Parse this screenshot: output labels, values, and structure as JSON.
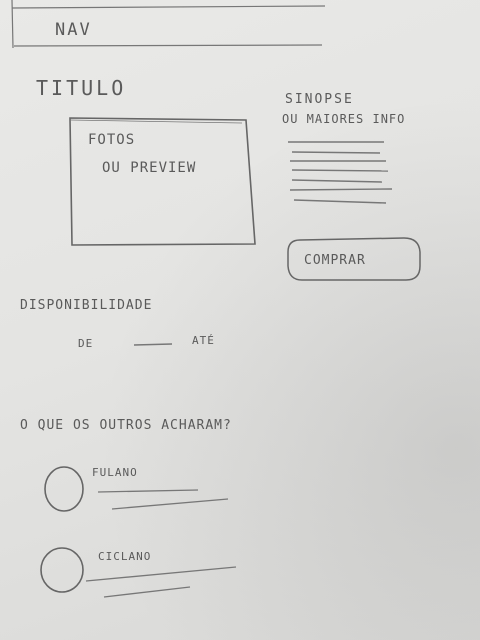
{
  "nav": {
    "label": "NAV"
  },
  "title": "TITULO",
  "photos": {
    "line1": "FOTOS",
    "line2": "OU PREVIEW"
  },
  "synopsis": {
    "line1": "SINOPSE",
    "line2": "OU MAIORES INFO"
  },
  "buy_button": {
    "label": "COMPRAR"
  },
  "availability": {
    "heading": "DISPONIBILIDADE",
    "from": "DE",
    "to": "ATÉ"
  },
  "reviews": {
    "heading": "O QUE OS OUTROS ACHARAM?",
    "items": [
      {
        "name": "FULANO"
      },
      {
        "name": "CICLANO"
      }
    ]
  },
  "colors": {
    "paper": "#e6e6e4",
    "pencil": "#5a5a5a"
  }
}
